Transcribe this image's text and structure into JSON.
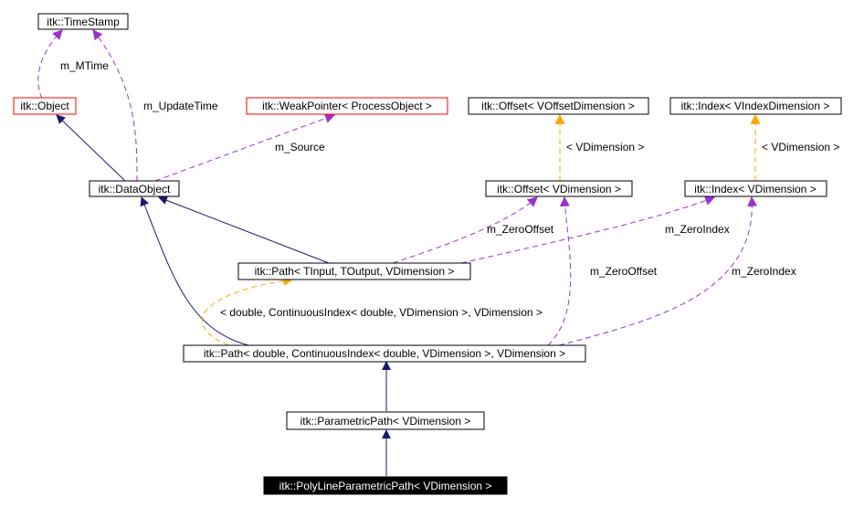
{
  "colors": {
    "inherit": "#191970",
    "usage": "#9a32cd",
    "template": "#ffa500",
    "box_black": "#000000",
    "box_red": "#ff0000",
    "highlight_fill": "#000000",
    "highlight_text": "#ffffff"
  },
  "nodes": {
    "timestamp": "itk::TimeStamp",
    "object": "itk::Object",
    "weakpointer": "itk::WeakPointer< ProcessObject >",
    "offset_voffset": "itk::Offset< VOffsetDimension >",
    "index_vindex": "itk::Index< VIndexDimension >",
    "dataobject": "itk::DataObject",
    "offset_vdim": "itk::Offset< VDimension >",
    "index_vdim": "itk::Index< VDimension >",
    "path_tinput": "itk::Path< TInput, TOutput, VDimension >",
    "path_double": "itk::Path< double, ContinuousIndex< double, VDimension >, VDimension >",
    "parametricpath": "itk::ParametricPath< VDimension >",
    "polyline": "itk::PolyLineParametricPath< VDimension >"
  },
  "edge_labels": {
    "m_mtime": "m_MTime",
    "m_updatetime": "m_UpdateTime",
    "m_source": "m_Source",
    "vdim_offset": "< VDimension >",
    "vdim_index": "< VDimension >",
    "m_zerooffset_a": "m_ZeroOffset",
    "m_zeroindex_a": "m_ZeroIndex",
    "m_zerooffset_b": "m_ZeroOffset",
    "m_zeroindex_b": "m_ZeroIndex",
    "path_template": "< double, ContinuousIndex< double, VDimension >, VDimension >"
  }
}
